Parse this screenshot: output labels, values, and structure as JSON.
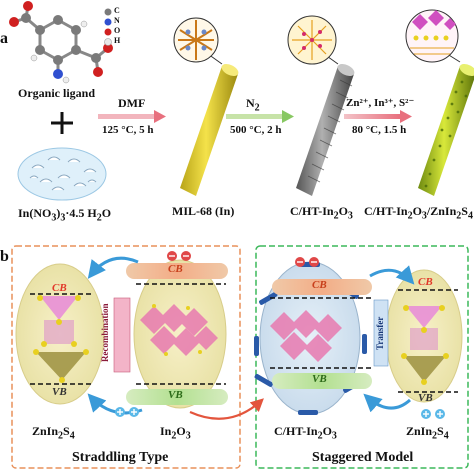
{
  "panel_a": {
    "letter": "a",
    "organic_ligand": "Organic ligand",
    "salt": "In(NO",
    "salt_sub": "3",
    "salt_rest": ")",
    "salt_sub2": "3",
    "salt_hydrate": "·4.5 H",
    "salt_sub3": "2",
    "salt_o": "O",
    "legend": [
      "C",
      "N",
      "O",
      "H"
    ],
    "legend_colors": [
      "#7a7a7a",
      "#3050d0",
      "#d02020",
      "#e8e8e8"
    ],
    "step1_top": "DMF",
    "step1_bottom": "125 °C, 5 h",
    "step2_top": "N",
    "step2_top_sub": "2",
    "step2_bottom": "500 °C, 2 h",
    "step3_top": "Zn²⁺, In³⁺, S²⁻",
    "step3_bottom": "80 °C, 1.5 h",
    "product1": "MIL-68 (In)",
    "product2_a": "C/HT-In",
    "product2_sub1": "2",
    "product2_b": "O",
    "product2_sub2": "3",
    "product3_a": "C/HT-In",
    "product3_sub1": "2",
    "product3_b": "O",
    "product3_sub2": "3",
    "product3_c": "/ZnIn",
    "product3_sub3": "2",
    "product3_d": "S",
    "product3_sub4": "4",
    "plus": "+"
  },
  "panel_b": {
    "letter": "b",
    "left_title": "Straddling Type",
    "right_title": "Staggered Model",
    "left_label1_a": "ZnIn",
    "left_label1_sub1": "2",
    "left_label1_b": "S",
    "left_label1_sub2": "4",
    "left_label2_a": "In",
    "left_label2_sub1": "2",
    "left_label2_b": "O",
    "left_label2_sub2": "3",
    "right_label1_a": "C/HT-In",
    "right_label1_sub1": "2",
    "right_label1_b": "O",
    "right_label1_sub2": "3",
    "right_label2_a": "ZnIn",
    "right_label2_sub1": "2",
    "right_label2_b": "S",
    "right_label2_sub2": "4",
    "recombination": "Recombination",
    "transfer": "Transfer",
    "cb": "CB",
    "vb": "VB",
    "electron": "⊖",
    "hole": "⊕",
    "left_border_color": "#e8915a",
    "right_border_color": "#3cb85a"
  }
}
